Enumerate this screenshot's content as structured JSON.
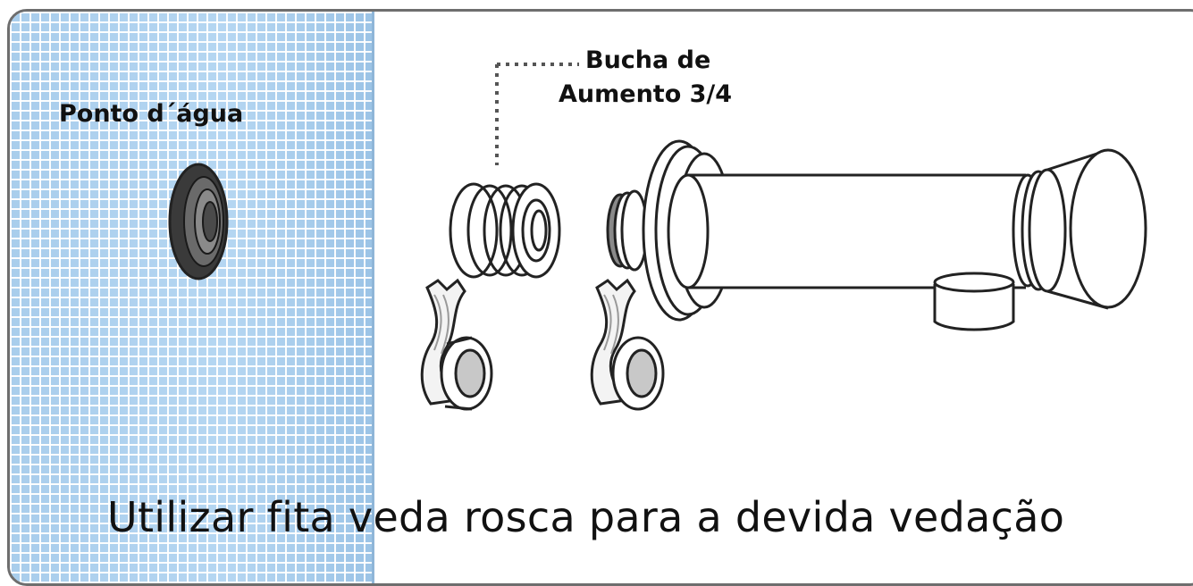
{
  "labels": {
    "water_point": "Ponto d´água",
    "adapter_line1": "Bucha de",
    "adapter_line2": "Aumento 3/4",
    "instruction": "Utilizar fita veda rosca para a devida vedação"
  },
  "colors": {
    "tile_blue": "#b9d9f3",
    "outline": "#222222",
    "frame_border": "#6e6e6e"
  },
  "icons": [
    "water-outlet-icon",
    "thread-adapter-icon",
    "sealing-tape-roll-icon",
    "faucet-body-icon"
  ]
}
